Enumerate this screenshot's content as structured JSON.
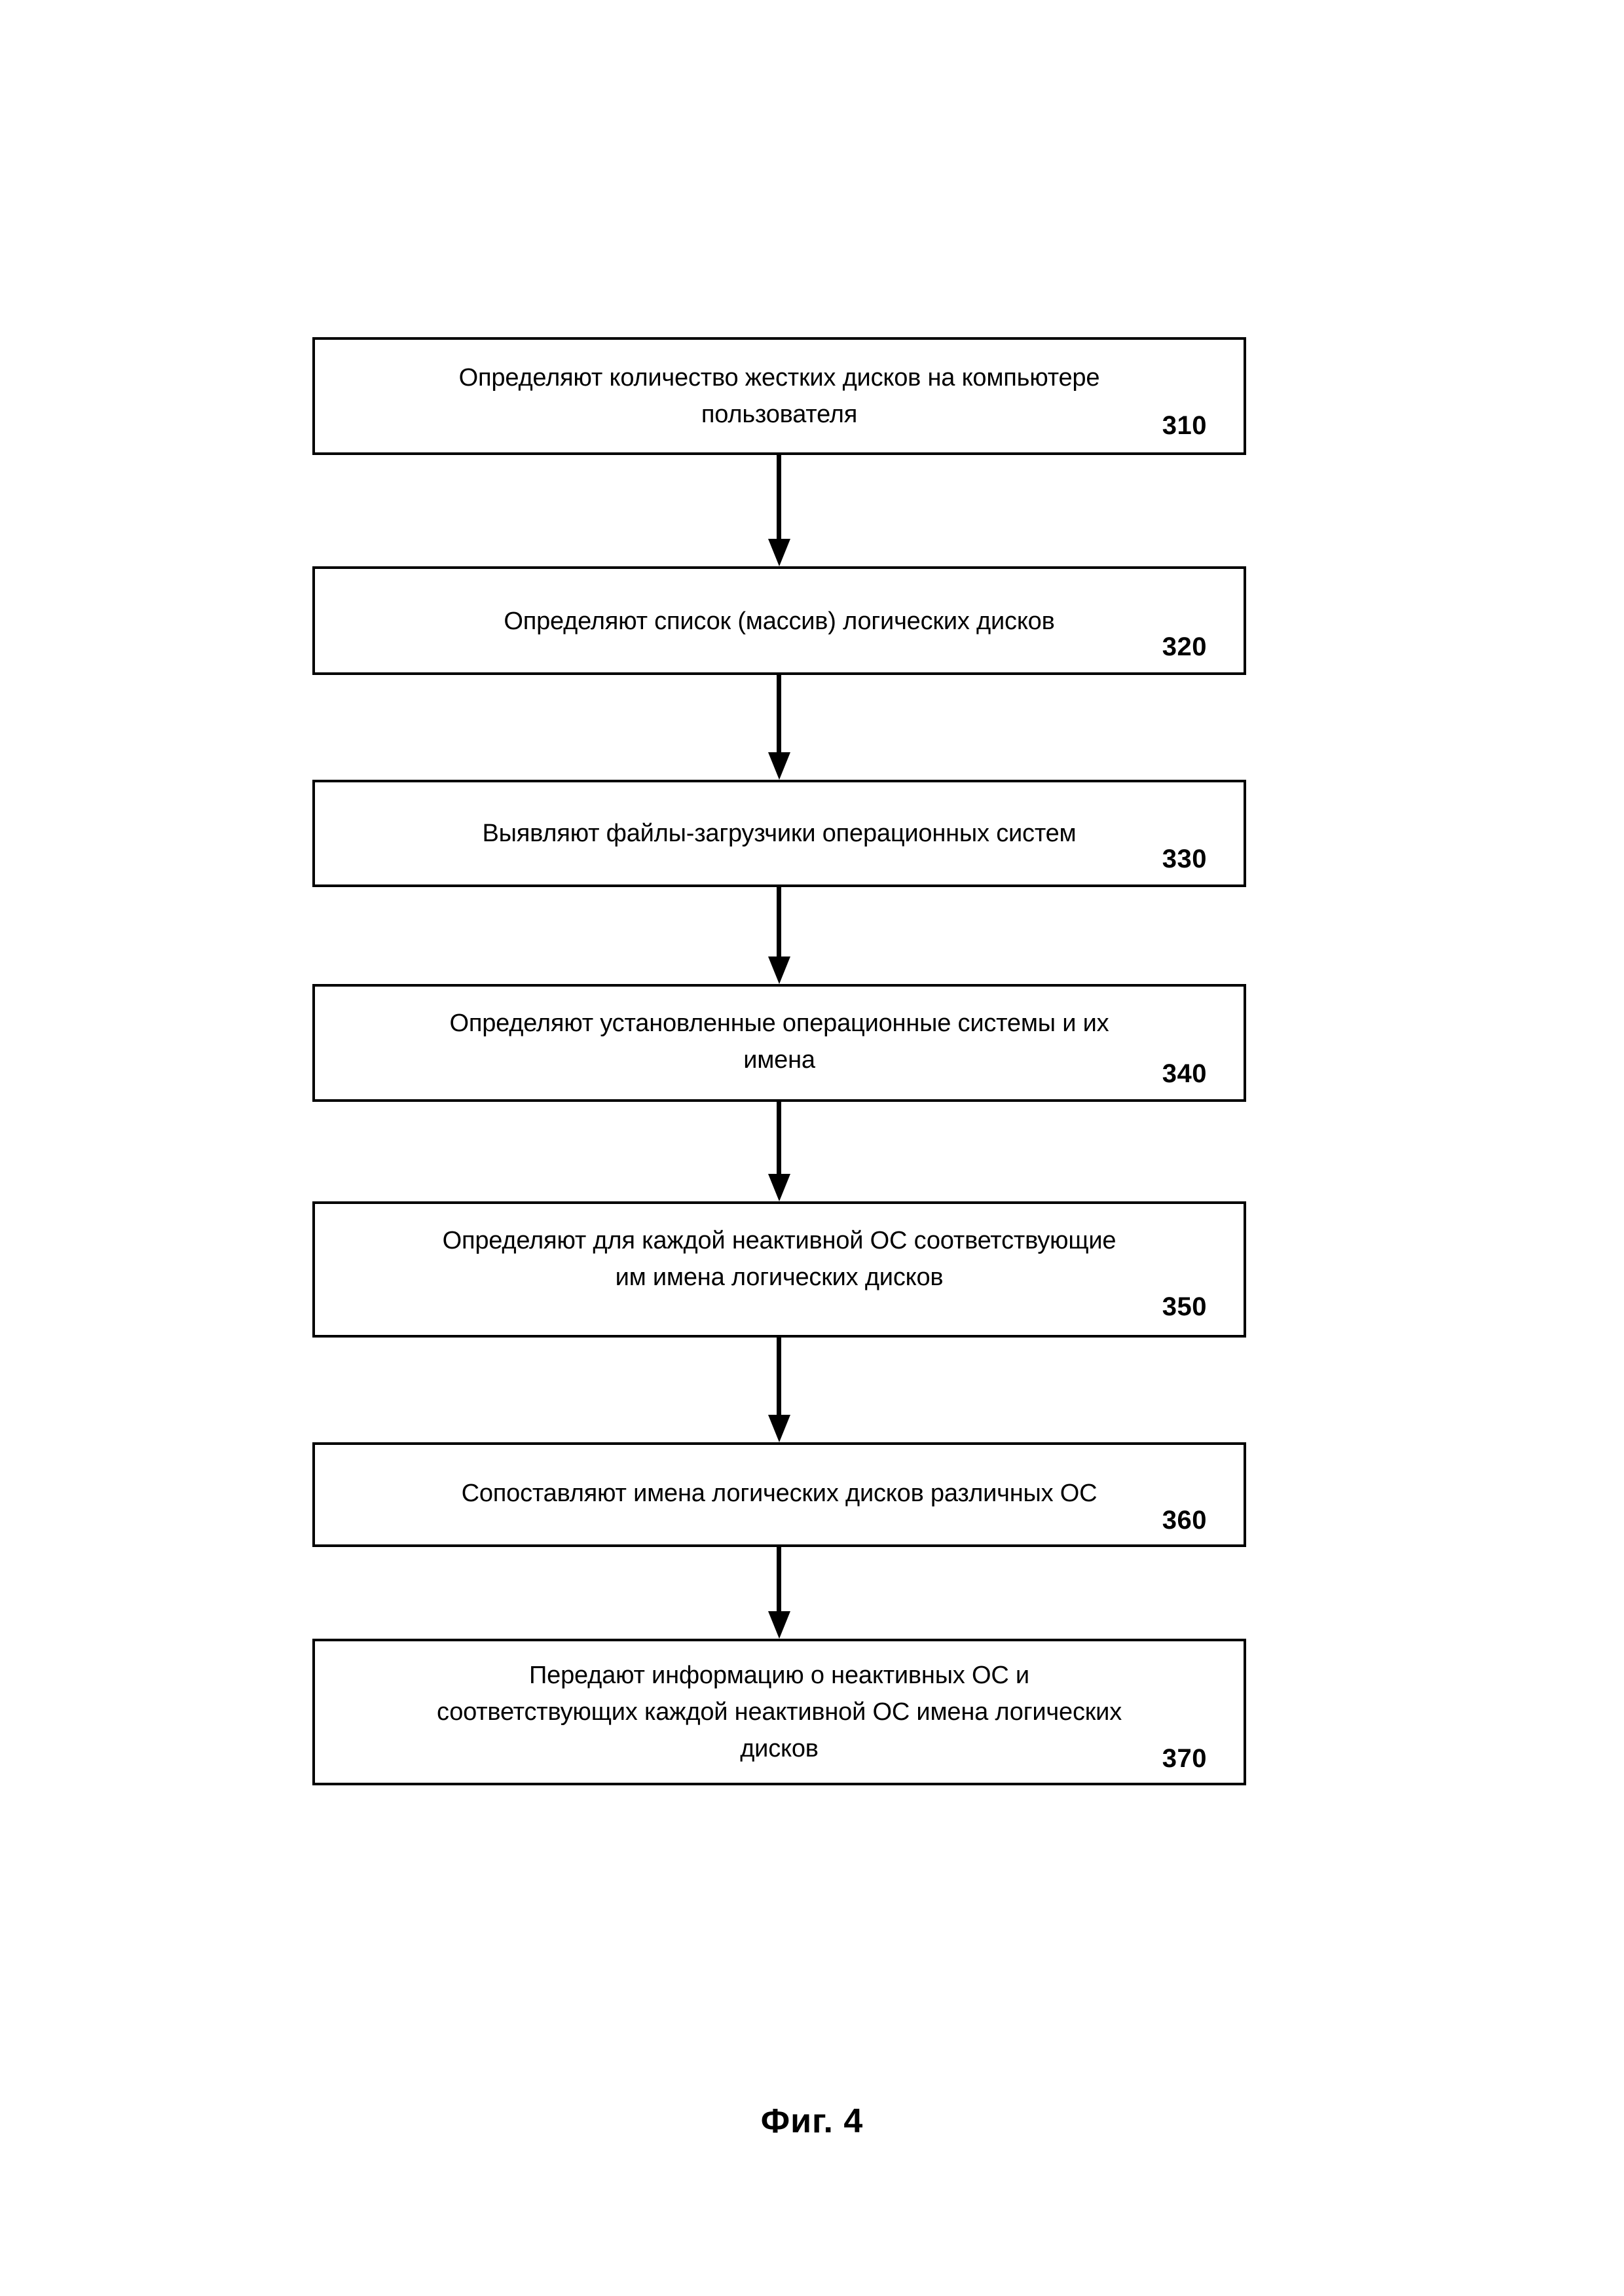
{
  "figure": {
    "caption": "Фиг. 4",
    "type": "flowchart",
    "orientation": "vertical",
    "language": "ru"
  },
  "flowchart": {
    "steps": [
      {
        "ref": "310",
        "text": "Определяют количество жестких дисков на компьютере\nпользователя"
      },
      {
        "ref": "320",
        "text": "Определяют список (массив) логических дисков"
      },
      {
        "ref": "330",
        "text": "Выявляют файлы-загрузчики операционных систем"
      },
      {
        "ref": "340",
        "text": "Определяют установленные операционные системы и их\nимена"
      },
      {
        "ref": "350",
        "text": "Определяют для каждой неактивной ОС соответствующие\nим имена логических дисков"
      },
      {
        "ref": "360",
        "text": "Сопоставляют имена логических дисков различных ОС"
      },
      {
        "ref": "370",
        "text": "Передают информацию о неактивных ОС и\nсоответствующих каждой неактивной ОС имена логических\nдисков"
      }
    ],
    "connectors": [
      {
        "from": "310",
        "to": "320",
        "icon": "arrow-down-icon"
      },
      {
        "from": "320",
        "to": "330",
        "icon": "arrow-down-icon"
      },
      {
        "from": "330",
        "to": "340",
        "icon": "arrow-down-icon"
      },
      {
        "from": "340",
        "to": "350",
        "icon": "arrow-down-icon"
      },
      {
        "from": "350",
        "to": "360",
        "icon": "arrow-down-icon"
      },
      {
        "from": "360",
        "to": "370",
        "icon": "arrow-down-icon"
      }
    ]
  },
  "colors": {
    "stroke": "#000000",
    "fill": "#ffffff",
    "text": "#000000"
  }
}
